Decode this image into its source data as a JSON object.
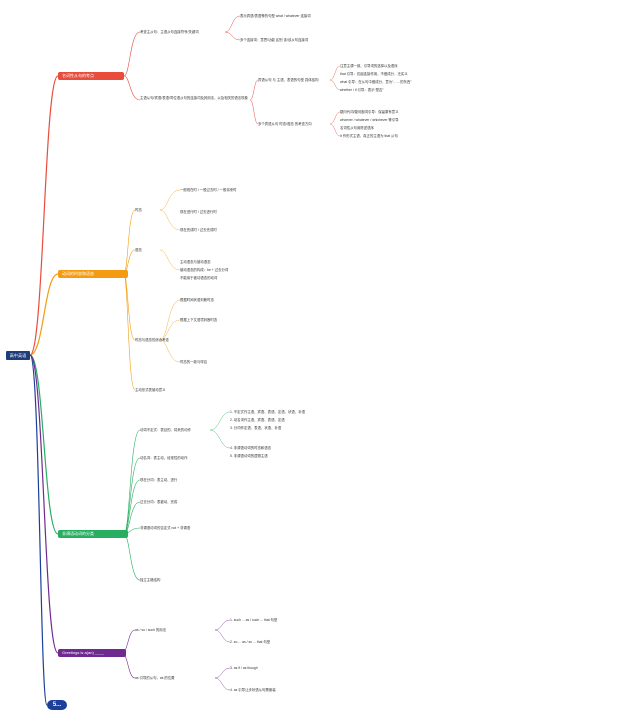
{
  "root": "高中英语",
  "branches": [
    "名词性从句的考点",
    "动词的时态和语态",
    "非谓语动词的分类",
    "Greetings is a(an) ____"
  ],
  "b1": {
    "s1": "考查主从句：主语从句连接符号/关键词",
    "s1a": "表示宾语/表语等的句型 what / whatever 连接词",
    "s1b": "多个连接词：意思/功能 区别 该/该从句连接词",
    "s2": "主语从句/宾语/表语/同位语从句的连接词及其用法，以及相关的语法现象",
    "s2a": "宾语从句 与 主语、表语的句型 具体结构",
    "s2b": "多个宾语从句 时态/语态 的考查方向",
    "t1": "注意主谓一致、引导词的选择以及语序",
    "t2": "that 引导：仅起连接作用，不做成分，无实义",
    "t3": "what 引导：在从句中做成分，意为“……的东西”",
    "t4": "whether / if 引导：表示“是否”",
    "t5": "疑问代词/疑问副词引导：保留原有意义",
    "t6": "whoever / whatever / whichever 等引导",
    "t7": "名词性从句用陈述语序",
    "t8": "It 作形式主语，真正的主语为 that 从句"
  },
  "b2": {
    "s1": "时态",
    "s2": "语态",
    "s3": "时态与语态的综合考查",
    "s1a": "一般现在时 / 一般过去时 / 一般将来时",
    "s1b": "现在进行时 / 过去进行时",
    "s1c": "现在完成时 / 过去完成时",
    "s2a": "主动语态与被动语态",
    "s2b": "被动语态的构成：be + 过去分词",
    "s2c": "不能用于被动语态的动词",
    "s3a": "根据时间状语判断时态",
    "s3b": "根据上下文语境判断时态",
    "s3c": "时态的一致与呼应",
    "s3d": "主动形式表被动意义"
  },
  "b3": {
    "s1": "动词不定式：表目的、将来的动作",
    "s2": "动名词：表主动、经常性的动作",
    "s3": "现在分词：表主动、进行",
    "s4": "过去分词：表被动、完成",
    "s5": "非谓语动词的否定式 not + 非谓语",
    "s6": "独立主格结构",
    "t1": "1. 不定式作主语、宾语、表语、定语、状语、补语",
    "t2": "2. 动名词作主语、宾语、表语、定语",
    "t3": "3. 分词作定语、表语、状语、补语",
    "t4": "4. 非谓语动词的时态和语态",
    "t5": "5. 非谓语动词的逻辑主语"
  },
  "b4": {
    "s1": "as / so / such 的用法",
    "s2": "as 引导的从句，as 的位置",
    "t1": "1. such ... as / such ... that 句型",
    "t2": "2. so ... as / so ... that 句型",
    "t3": "3. as if / as though",
    "t4": "4. as 引导让步状语从句需倒装"
  },
  "more_label": "5..."
}
